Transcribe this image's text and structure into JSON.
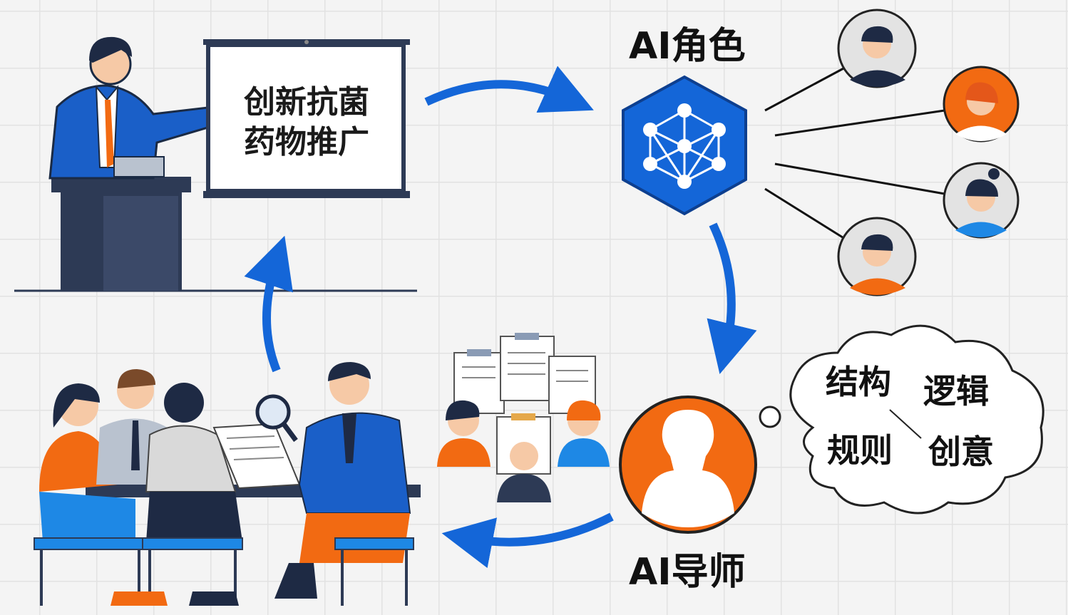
{
  "presentation_board": {
    "line1": "创新抗菌",
    "line2": "药物推广"
  },
  "ai_role": {
    "label": "AI角色"
  },
  "ai_mentor": {
    "label": "AI导师"
  },
  "thought_cloud": {
    "items": [
      "结构",
      "逻辑",
      "规则",
      "创意"
    ]
  },
  "colors": {
    "blue": "#1466d8",
    "orange": "#f26a12",
    "navy": "#2d3a55",
    "grid": "#e2e2e2"
  }
}
